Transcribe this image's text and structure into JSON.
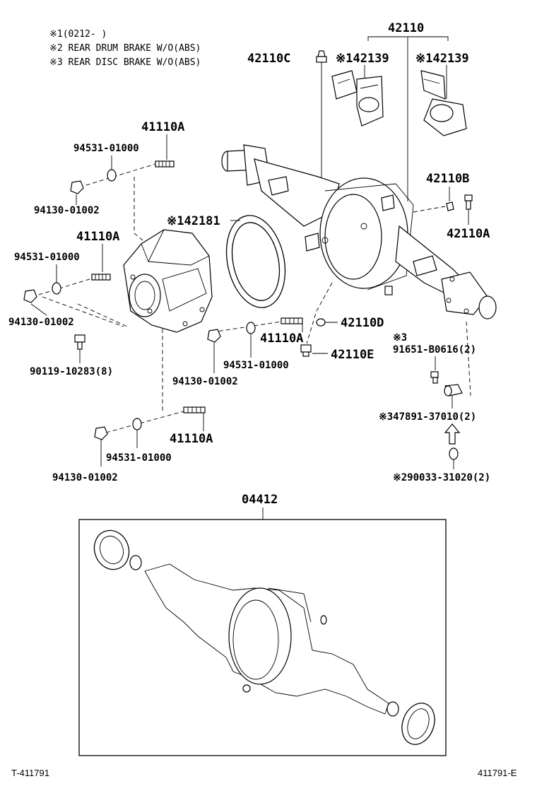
{
  "notes": [
    "※1(0212-     )",
    "※2 REAR DRUM BRAKE W/O(ABS)",
    "※3 REAR DISC BRAKE W/O(ABS)"
  ],
  "parts": {
    "p42110": "42110",
    "p42110c": "42110C",
    "p42139_left": "※142139",
    "p42139_right": "※142139",
    "p41110a_top": "41110A",
    "p94531_top": "94531-01000",
    "p94130_top": "94130-01002",
    "p42110b": "42110B",
    "p42110a_right": "42110A",
    "p42181": "※142181",
    "p41110a_mid": "41110A",
    "p94531_mid": "94531-01000",
    "p94130_mid": "94130-01002",
    "p42110d": "42110D",
    "p41110a_center": "41110A",
    "p42110e": "42110E",
    "note3_marker": "※3",
    "p91651": "91651-B0616(2)",
    "p90119": "90119-10283(8)",
    "p94531_center": "94531-01000",
    "p94130_center": "94130-01002",
    "p47891": "※347891-37010(2)",
    "p41110a_bottom": "41110A",
    "p94531_bottom": "94531-01000",
    "p94130_bottom": "94130-01002",
    "p290033": "※290033-31020(2)",
    "p04412": "04412"
  },
  "footer": {
    "left": "T-411791",
    "right": "411791-E"
  }
}
